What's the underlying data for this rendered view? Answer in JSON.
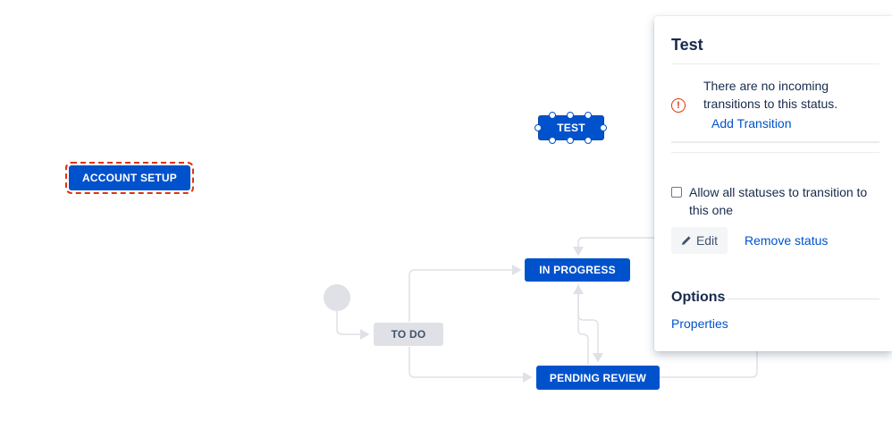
{
  "canvas": {
    "statuses": {
      "account_setup": "ACCOUNT SETUP",
      "test": "TEST",
      "in_progress": "IN PROGRESS",
      "to_do": "TO DO",
      "pending_review": "PENDING REVIEW"
    }
  },
  "panel": {
    "title": "Test",
    "warning_text": "There are no incoming transitions to this status.",
    "add_transition_label": "Add Transition",
    "allow_all_label": "Allow all statuses to transition to this one",
    "allow_all_checked": false,
    "edit_label": "Edit",
    "remove_status_label": "Remove status",
    "options_heading": "Options",
    "properties_label": "Properties"
  },
  "colors": {
    "status_blue": "#0052cc",
    "status_grey": "#dfe1e6",
    "link": "#0052cc",
    "warning": "#de350b"
  }
}
